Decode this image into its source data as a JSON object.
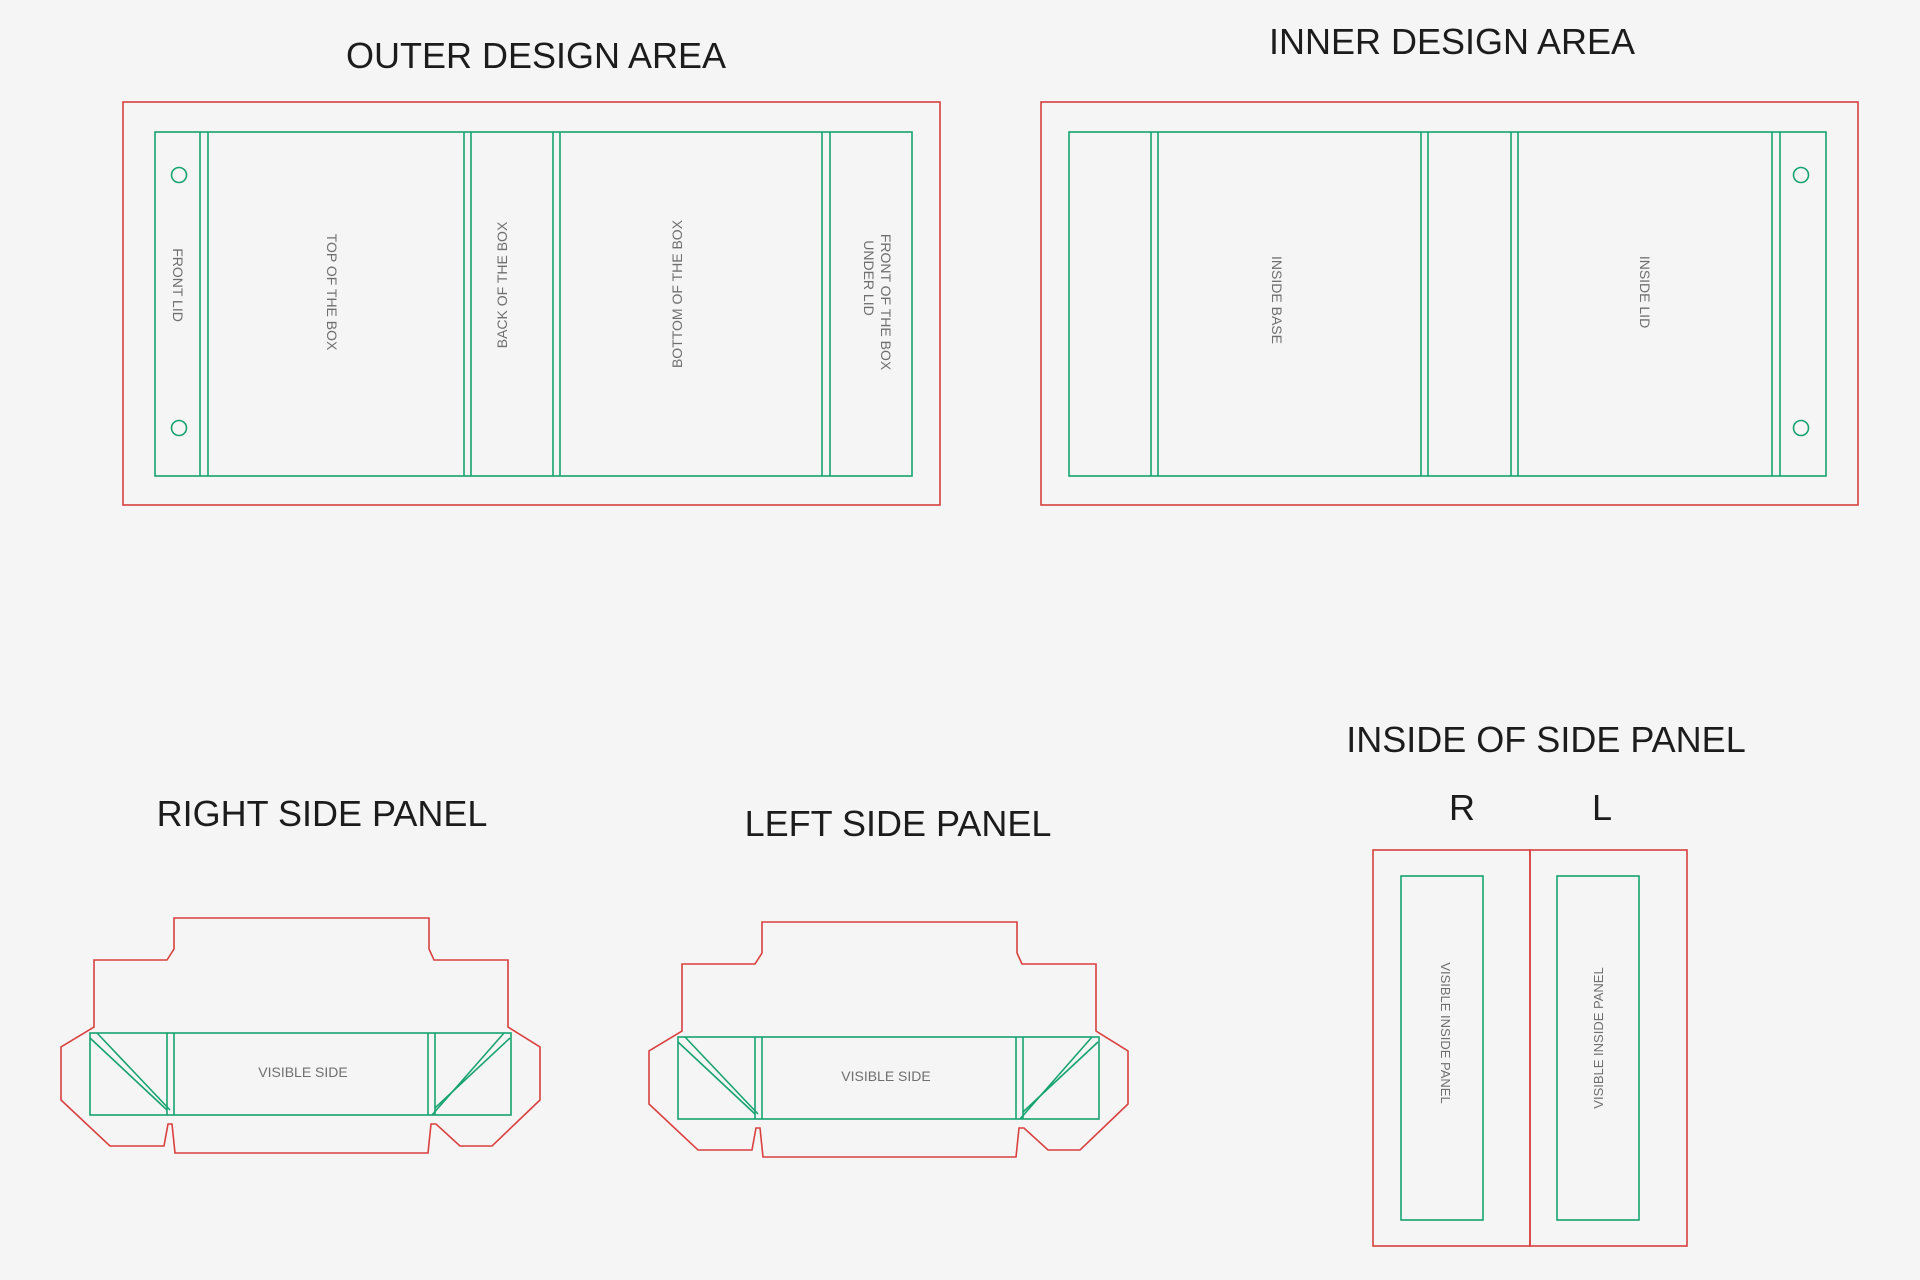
{
  "headings": {
    "outer": "OUTER DESIGN AREA",
    "inner": "INNER DESIGN AREA",
    "right_side": "RIGHT SIDE PANEL",
    "left_side": "LEFT SIDE PANEL",
    "inside_side": "INSIDE OF SIDE PANEL",
    "r_marker": "R",
    "l_marker": "L"
  },
  "outer_panels": {
    "front_lid": "FRONT LID",
    "top": "TOP OF THE BOX",
    "back": "BACK OF THE BOX",
    "bottom": "BOTTOM OF THE BOX",
    "front_under_lid_line1": "FRONT OF THE BOX",
    "front_under_lid_line2": "UNDER LID"
  },
  "inner_panels": {
    "inside_base": "INSIDE BASE",
    "inside_lid": "INSIDE LID"
  },
  "side_panels": {
    "right_visible": "VISIBLE SIDE",
    "left_visible": "VISIBLE SIDE",
    "inside_r": "VISIBLE INSIDE PANEL",
    "inside_l": "VISIBLE INSIDE PANEL"
  },
  "colors": {
    "cut_line": "#d9403f",
    "fold_line": "#17a36f",
    "background": "#f5f5f5"
  }
}
